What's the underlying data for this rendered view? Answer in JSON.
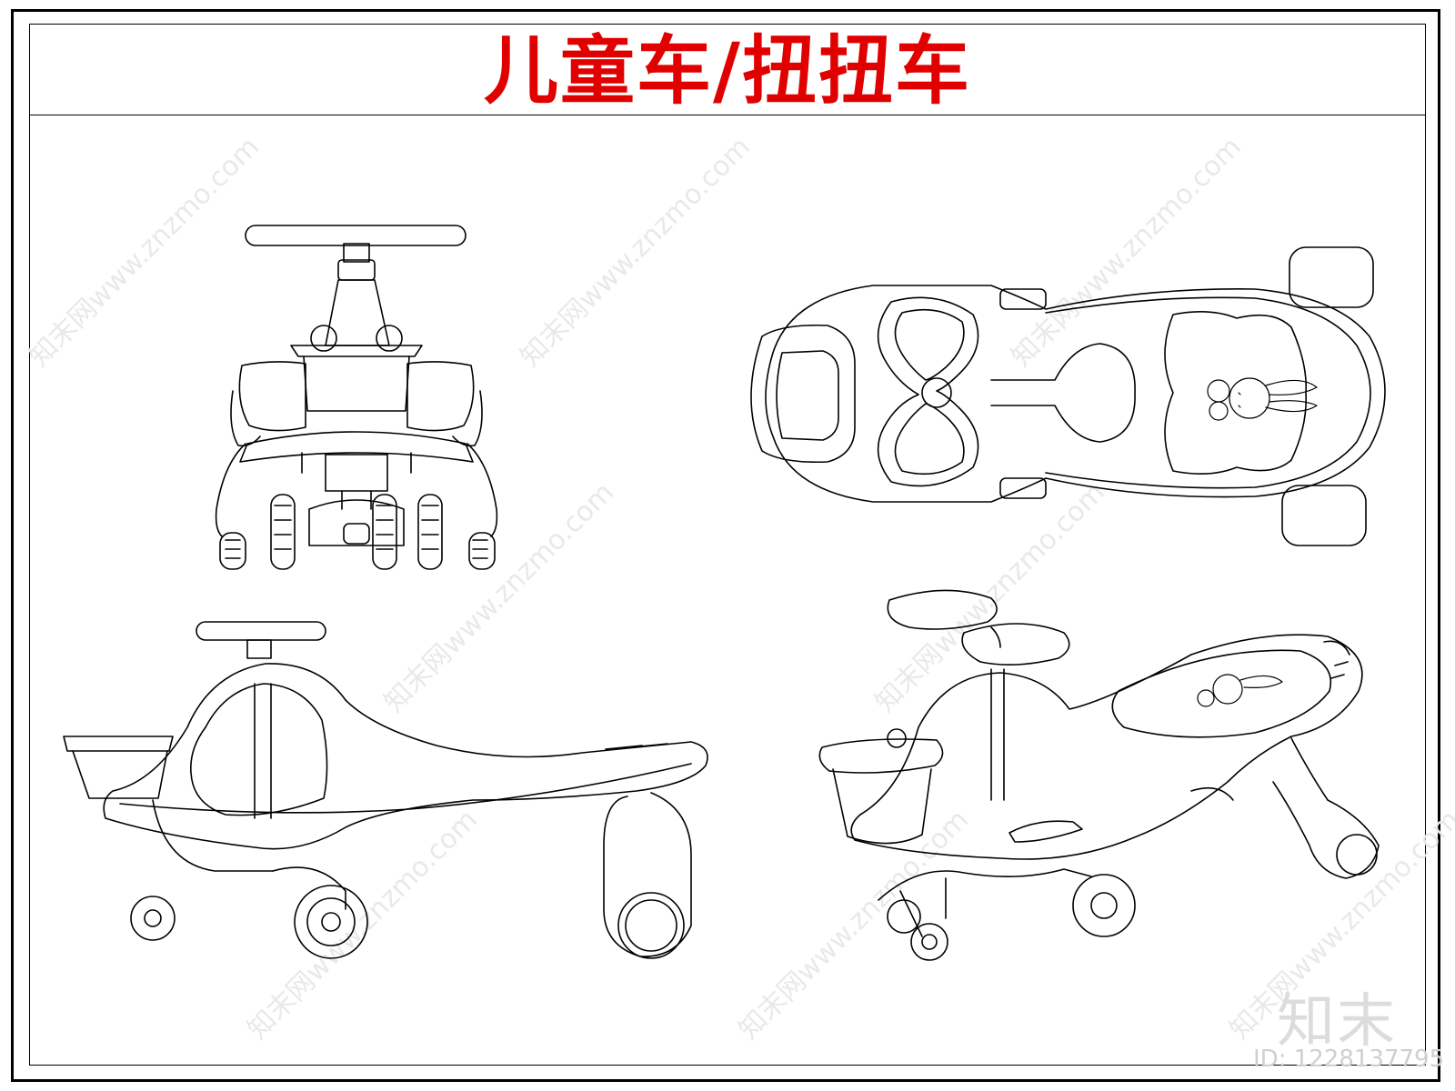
{
  "title": "儿童车/扭扭车",
  "watermark": {
    "brand": "知末",
    "id": "ID: 1228137795",
    "diagonal": "知末网www.znzmo.com"
  },
  "colors": {
    "title": "#e00000",
    "lines": "#000000",
    "watermark": "#dcdcdc"
  },
  "views": [
    "front",
    "top",
    "side",
    "perspective"
  ]
}
